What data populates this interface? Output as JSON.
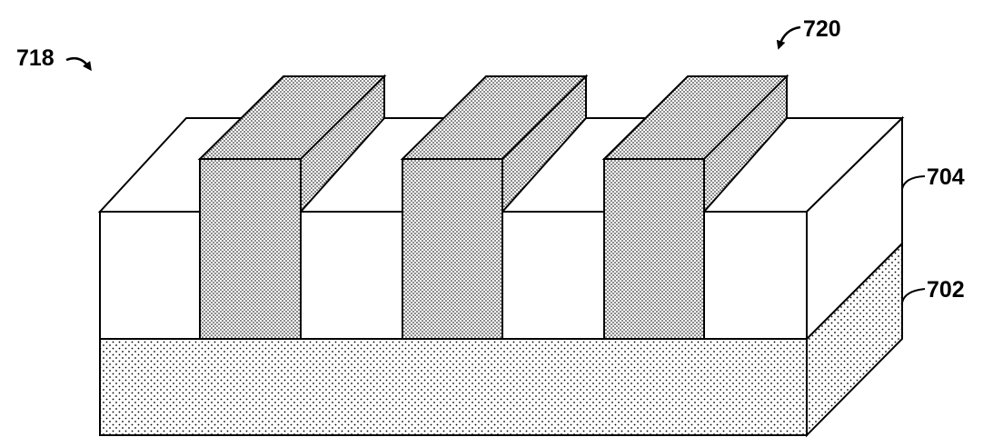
{
  "labels": {
    "ref_718": "718",
    "ref_720": "720",
    "ref_704": "704",
    "ref_702": "702"
  },
  "colors": {
    "background": "#ffffff",
    "line": "#000000",
    "layer_702_fill": "#ffffff",
    "layer_704_fill": "#ffffff",
    "fin_fill": "#d9d9d9"
  },
  "layers": [
    {
      "name": "702",
      "pattern": "sparse-dots"
    },
    {
      "name": "704",
      "pattern": "none"
    }
  ],
  "fins": {
    "count": 3,
    "pattern": "dense-dots"
  }
}
